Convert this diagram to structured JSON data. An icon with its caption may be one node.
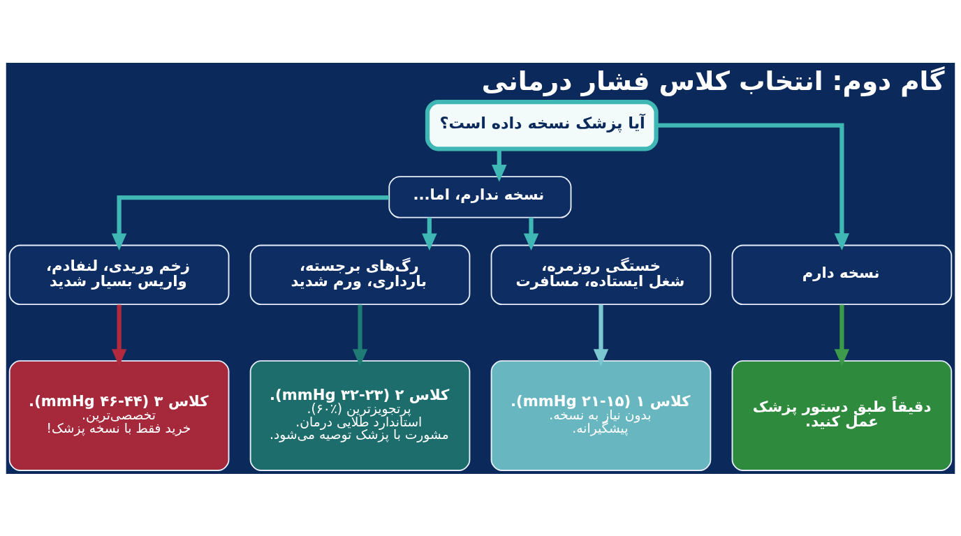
{
  "diagram": {
    "title": "گام دوم: انتخاب کلاس فشار درمانی",
    "nodes": [
      {
        "text": [
          "آیا پزشک نسخه داده است؟"
        ]
      },
      {
        "text": [
          "نسخه ندارم، اما..."
        ]
      },
      {
        "text": [
          "نسخه دارم"
        ]
      },
      {
        "text": [
          "خستگی روزمره، شغل ایستاده، مسافرت"
        ]
      },
      {
        "text": [
          "رگ‌های برجسته، بارداری، ورم شدید"
        ]
      },
      {
        "text": [
          "زخم وریدی، لنفادم، واریس بسیار شدید"
        ]
      },
      {
        "text": [
          "دقیقاً طبق دستور پزشک عمل کنید."
        ]
      },
      {
        "text": [
          "کلاس ۱ (۱۵-۲۱ mmHg).",
          "بدون نیاز به نسخه.",
          "پیشگیرانه."
        ]
      },
      {
        "text": [
          "کلاس ۲ (۲۳-۳۲ mmHg).",
          "پرتجویزترین (٪۶۰).",
          "استاندارد طلایی درمان.",
          "مشورت با پزشک توصیه می‌شود."
        ]
      },
      {
        "text": [
          "کلاس ۳ (۴۴-۴۶ mmHg).",
          "تخصصی‌ترین.",
          "خرید فقط با نسخه پزشک!"
        ]
      }
    ],
    "edges": [
      {
        "from": 0,
        "to": 1,
        "arrow": "to"
      },
      {
        "from": 0,
        "to": 2,
        "arrow": "to"
      },
      {
        "from": 1,
        "to": 3,
        "arrow": "to"
      },
      {
        "from": 1,
        "to": 4,
        "arrow": "to"
      },
      {
        "from": 1,
        "to": 5,
        "arrow": "to"
      },
      {
        "from": 2,
        "to": 6,
        "arrow": "to",
        "color": "#3d9a4a"
      },
      {
        "from": 3,
        "to": 7,
        "arrow": "to",
        "color": "#7cc8d0"
      },
      {
        "from": 4,
        "to": 8,
        "arrow": "to",
        "color": "#1f7c74"
      },
      {
        "from": 5,
        "to": 9,
        "arrow": "to",
        "color": "#b3293d"
      }
    ]
  }
}
